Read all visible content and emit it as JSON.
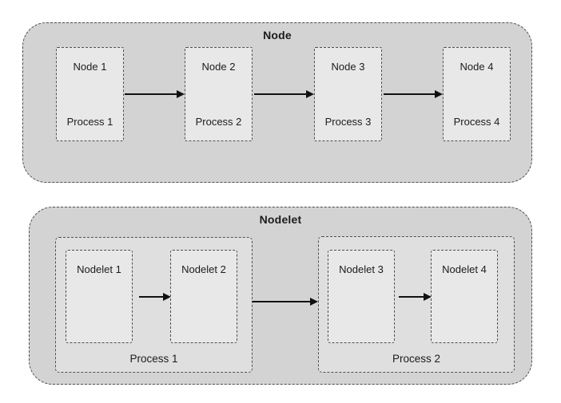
{
  "diagram": {
    "node_group": {
      "title": "Node",
      "boxes": [
        {
          "name": "Node 1",
          "process": "Process 1"
        },
        {
          "name": "Node 2",
          "process": "Process 2"
        },
        {
          "name": "Node 3",
          "process": "Process 3"
        },
        {
          "name": "Node 4",
          "process": "Process 4"
        }
      ]
    },
    "nodelet_group": {
      "title": "Nodelet",
      "processes": [
        {
          "label": "Process 1",
          "nodelets": [
            "Nodelet 1",
            "Nodelet 2"
          ]
        },
        {
          "label": "Process 2",
          "nodelets": [
            "Nodelet 3",
            "Nodelet 4"
          ]
        }
      ]
    },
    "colors": {
      "background": "#ffffff",
      "outer_fill": "#d3d3d3",
      "process_fill": "#dfdfdf",
      "box_fill": "#e8e8e8",
      "border": "#4f4f4f",
      "arrow": "#111111",
      "text": "#1c1c1c"
    }
  }
}
